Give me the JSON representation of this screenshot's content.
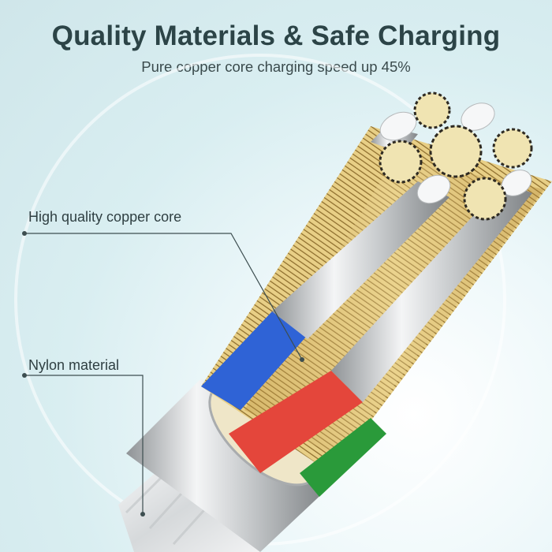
{
  "header": {
    "title": "Quality Materials & Safe Charging",
    "subtitle": "Pure copper core charging speed up 45%"
  },
  "callouts": [
    {
      "label": "High quality copper core",
      "target": "copper-core-strands"
    },
    {
      "label": "Nylon material",
      "target": "nylon-braided-jacket"
    }
  ],
  "illustration": {
    "subject": "Cut-away charging cable",
    "inner_wire_colors": {
      "blue": "#2f63d6",
      "red": "#e4463b",
      "green": "#2a9a3a"
    },
    "copper_color": "#d9b96a",
    "conductor_silver": "#c9cccf",
    "jacket_color": "#e9ebec"
  },
  "colors": {
    "title": "#2c4447",
    "text": "#3a4a4c",
    "leader_line": "#3d4e50",
    "background": "#d9eef1"
  }
}
